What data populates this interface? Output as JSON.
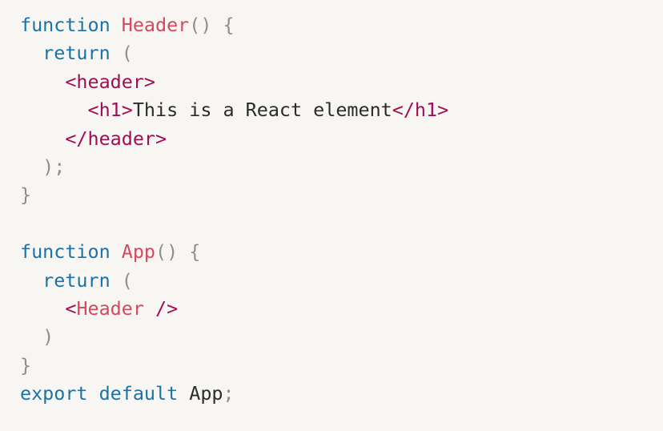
{
  "colors": {
    "background": "#f7f6f3",
    "keyword": "#1a73a8",
    "function_name": "#d6485f",
    "punctuation": "#8e8e8e",
    "jsx_tag": "#a00d55",
    "text": "#2b2b2b"
  },
  "code": {
    "lines": [
      [
        {
          "t": "kw",
          "v": "function"
        },
        {
          "t": "txt",
          "v": " "
        },
        {
          "t": "fn",
          "v": "Header"
        },
        {
          "t": "punc",
          "v": "() {"
        }
      ],
      [
        {
          "t": "txt",
          "v": "  "
        },
        {
          "t": "kw",
          "v": "return"
        },
        {
          "t": "txt",
          "v": " "
        },
        {
          "t": "punc",
          "v": "("
        }
      ],
      [
        {
          "t": "txt",
          "v": "    "
        },
        {
          "t": "tag",
          "v": "<header>"
        }
      ],
      [
        {
          "t": "txt",
          "v": "      "
        },
        {
          "t": "tag",
          "v": "<h1>"
        },
        {
          "t": "txt",
          "v": "This is a React element"
        },
        {
          "t": "tag",
          "v": "</h1>"
        }
      ],
      [
        {
          "t": "txt",
          "v": "    "
        },
        {
          "t": "tag",
          "v": "</header>"
        }
      ],
      [
        {
          "t": "txt",
          "v": "  "
        },
        {
          "t": "punc",
          "v": ");"
        }
      ],
      [
        {
          "t": "punc",
          "v": "}"
        }
      ],
      [],
      [
        {
          "t": "kw",
          "v": "function"
        },
        {
          "t": "txt",
          "v": " "
        },
        {
          "t": "fn",
          "v": "App"
        },
        {
          "t": "punc",
          "v": "() {"
        }
      ],
      [
        {
          "t": "txt",
          "v": "  "
        },
        {
          "t": "kw",
          "v": "return"
        },
        {
          "t": "txt",
          "v": " "
        },
        {
          "t": "punc",
          "v": "("
        }
      ],
      [
        {
          "t": "txt",
          "v": "    "
        },
        {
          "t": "tag",
          "v": "<"
        },
        {
          "t": "fn",
          "v": "Header"
        },
        {
          "t": "txt",
          "v": " "
        },
        {
          "t": "tag",
          "v": "/>"
        }
      ],
      [
        {
          "t": "txt",
          "v": "  "
        },
        {
          "t": "punc",
          "v": ")"
        }
      ],
      [
        {
          "t": "punc",
          "v": "}"
        }
      ],
      [
        {
          "t": "kw",
          "v": "export"
        },
        {
          "t": "txt",
          "v": " "
        },
        {
          "t": "kw",
          "v": "default"
        },
        {
          "t": "txt",
          "v": " "
        },
        {
          "t": "txt",
          "v": "App"
        },
        {
          "t": "punc",
          "v": ";"
        }
      ]
    ]
  }
}
